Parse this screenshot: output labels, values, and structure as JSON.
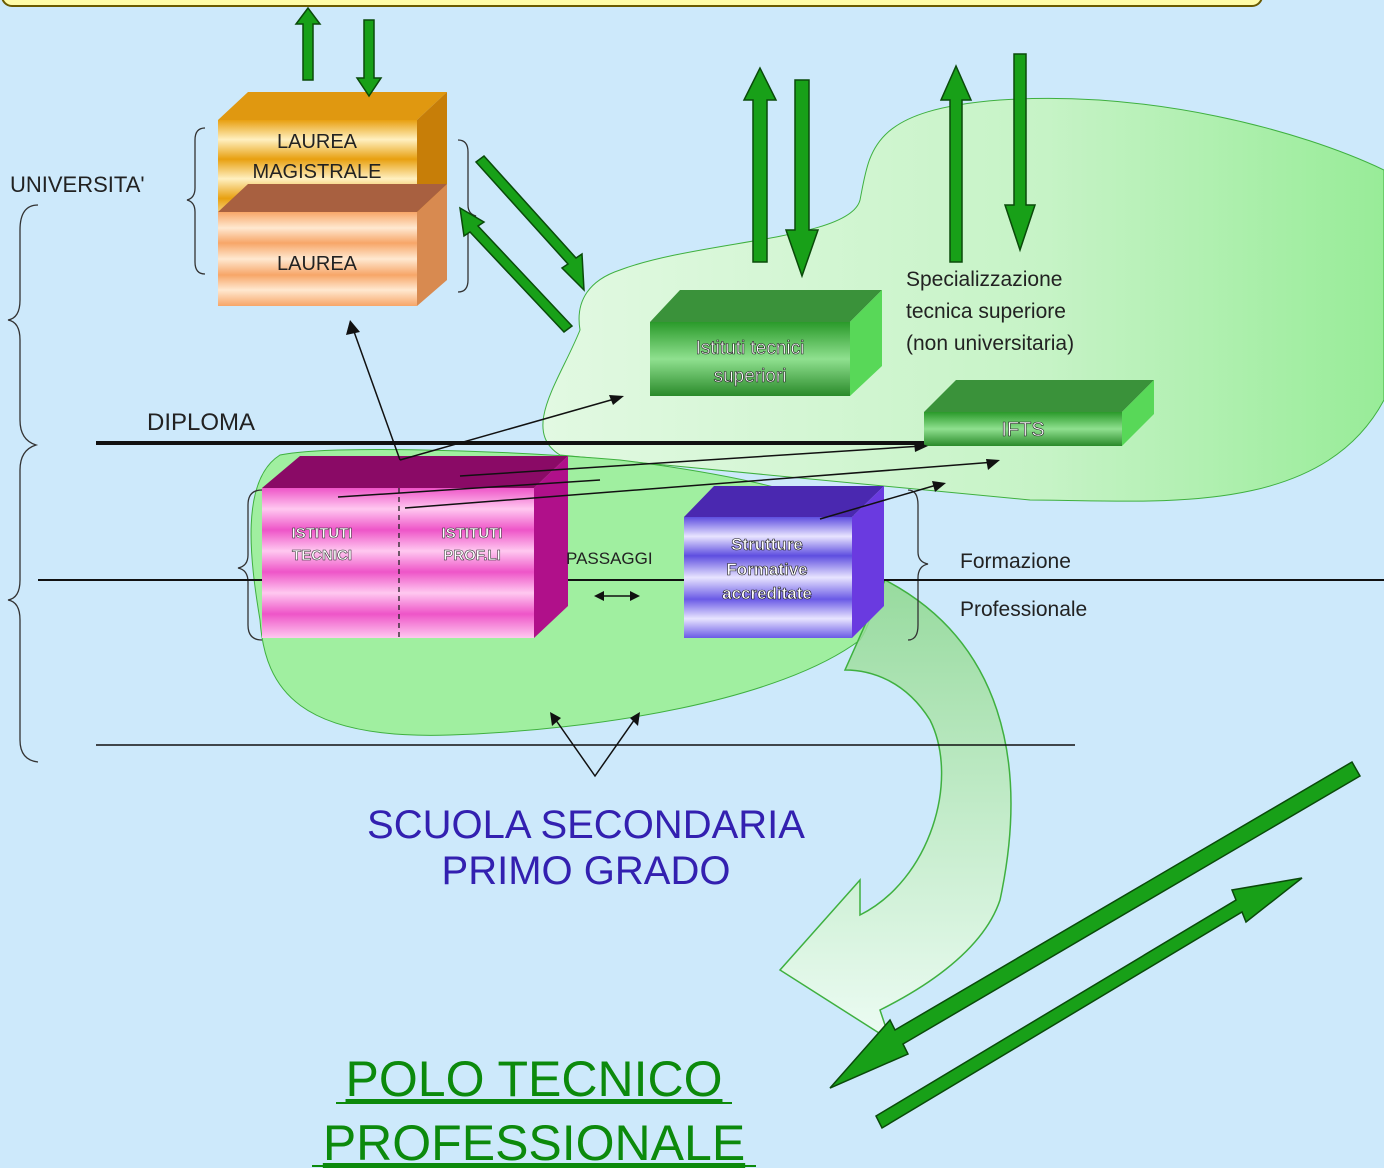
{
  "labels": {
    "universita": "UNIVERSITA'",
    "diploma": "DIPLOMA",
    "specializzazione_1": "Specializzazione",
    "specializzazione_2": "tecnica superiore",
    "specializzazione_3": "(non universitaria)",
    "passaggi": "PASSAGGI",
    "formazione": "Formazione",
    "professionale": "Professionale",
    "scuola_1": "SCUOLA SECONDARIA",
    "scuola_2": "PRIMO GRADO",
    "polo_1": "POLO TECNICO",
    "polo_2": "PROFESSIONALE"
  },
  "boxes": {
    "laurea_magistrale_1": "LAUREA",
    "laurea_magistrale_2": "MAGISTRALE",
    "laurea": "LAUREA",
    "its_1": "Istituti tecnici",
    "its_2": "superiori",
    "ifts": "IFTS",
    "istituti_tecnici_1": "ISTITUTI",
    "istituti_tecnici_2": "TECNICI",
    "istituti_prof_1": "ISTITUTI",
    "istituti_prof_2": "PROF.LI",
    "strutture_1": "Strutture",
    "strutture_2": "Formative",
    "strutture_3": "accreditate"
  },
  "colors": {
    "background": "#cde9fb",
    "green_arrow": "#18a018",
    "green_region": "#9ef09e",
    "laurea_magistrale": "#f0b020",
    "laurea": "#f5a060",
    "its": "#3fae3f",
    "istituti": "#ee66cc",
    "strutture": "#7b6ce8",
    "scuola_text": "#3320b0",
    "polo_text": "#0c8a0c"
  }
}
